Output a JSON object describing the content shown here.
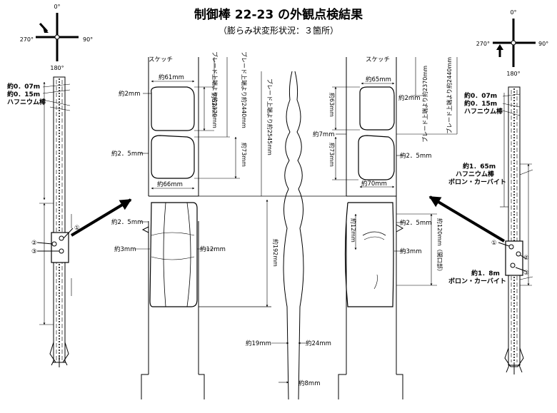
{
  "title": "制御棒 22-23 の外観点検結果",
  "subtitle": "（膨らみ状変形状況：３箇所）",
  "left_compass": {
    "top": "0°",
    "left": "270°",
    "right": "90°",
    "bottom": "180°"
  },
  "right_compass": {
    "top": "0°",
    "left": "270°",
    "right": "90°",
    "bottom": "180°"
  },
  "left_rod": {
    "gap_007": "約0．07m",
    "gap_015": "約0．15m",
    "hafnium": "ハフニウム棒",
    "marker1": "①",
    "marker2": "②",
    "marker3": "③"
  },
  "right_rod": {
    "gap_007": "約0．07m",
    "gap_015": "約0．15m",
    "hafnium": "ハフニウム棒",
    "len_165": "約1．65m",
    "hafnium2": "ハフニウム棒",
    "boron": "ボロン・カーバイト",
    "len_18": "約1．8m",
    "boron2": "ボロン・カーバイト",
    "marker1": "①",
    "marker2": "②",
    "marker3": "③"
  },
  "left_sketch": {
    "sketch_label": "スケッチ",
    "w61": "約61mm",
    "d2": "約2mm",
    "h63": "約63mm",
    "from_top_2370": "ブレード上端より約2370mm",
    "from_top_2440": "ブレード上端より約2440mm",
    "from_top_2545": "ブレード上端より約2545mm",
    "d25a": "約2．5mm",
    "h73": "約73mm",
    "w66": "約66mm",
    "d25b": "約2．5mm",
    "d3": "約3mm",
    "d12": "約12mm",
    "h192": "約192mm"
  },
  "center": {
    "w19": "約19mm",
    "w24": "約24mm",
    "w8": "約8mm"
  },
  "right_sketch": {
    "sketch_label": "スケッチ",
    "w65": "約65mm",
    "d2": "約2mm",
    "from_top_2370": "ブレード上端より約2370mm",
    "from_top_2440": "ブレード上端より約2440mm",
    "h63": "約63mm",
    "d7": "約7mm",
    "h73": "約73mm",
    "d25a": "約2．5mm",
    "w70": "約70mm",
    "h12": "約12mm",
    "d25b": "約2．5mm",
    "d3": "約3mm",
    "h120": "約120mm（開口部）"
  }
}
